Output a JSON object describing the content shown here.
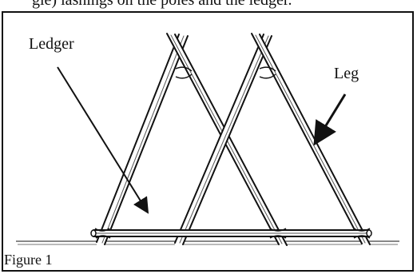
{
  "top_text": "gle) lashings on the poles and the ledger.",
  "labels": {
    "ledger": "Ledger",
    "leg": "Leg",
    "figure": "Figure 1"
  },
  "icons": {
    "pole": "wooden-pole-icon",
    "arrow": "arrow-icon"
  },
  "colors": {
    "line": "#111111",
    "wood_shadow": "#555555",
    "background": "#ffffff"
  }
}
